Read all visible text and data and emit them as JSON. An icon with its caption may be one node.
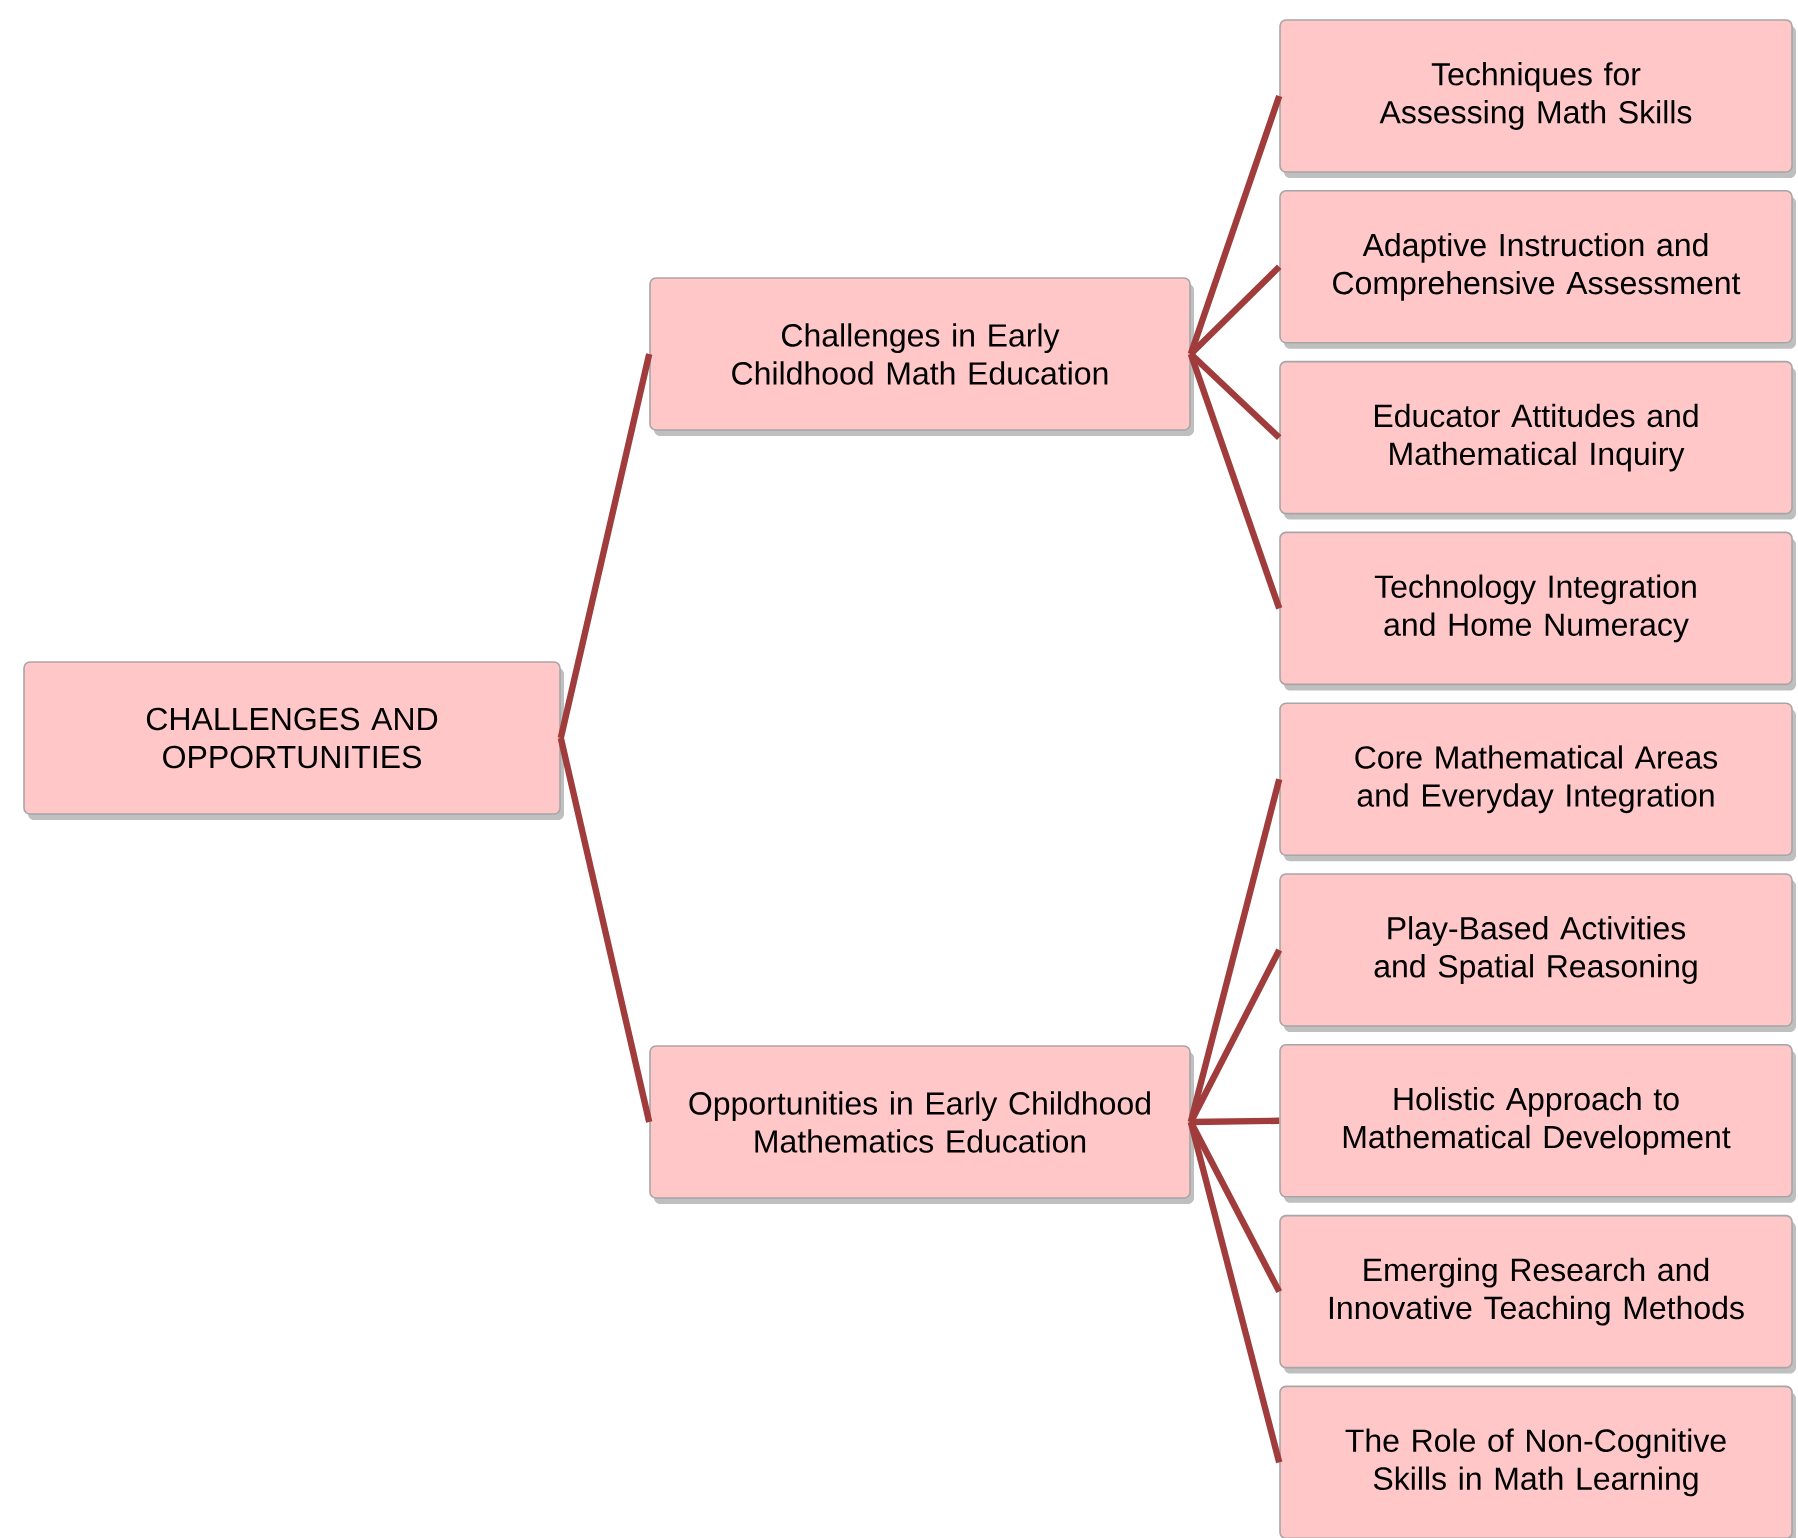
{
  "diagram": {
    "nodes": [
      {
        "text": [
          "CHALLENGES AND OPPORTUNITIES"
        ]
      },
      {
        "text": [
          "Challenges in Early Childhood Math Education"
        ]
      },
      {
        "text": [
          "Techniques for Assessing Math Skills"
        ]
      },
      {
        "text": [
          "Adaptive Instruction and Comprehensive Assessment"
        ]
      },
      {
        "text": [
          "Educator Attitudes and Mathematical Inquiry"
        ]
      },
      {
        "text": [
          "Technology Integration and Home Numeracy"
        ]
      },
      {
        "text": [
          "Opportunities in Early Childhood Mathematics Education"
        ]
      },
      {
        "text": [
          "Core Mathematical Areas and Everyday Integration"
        ]
      },
      {
        "text": [
          "Play-Based Activities and Spatial Reasoning"
        ]
      },
      {
        "text": [
          "Holistic Approach to Mathematical Development"
        ]
      },
      {
        "text": [
          "Emerging Research and Innovative Teaching Methods"
        ]
      },
      {
        "text": [
          "The Role of Non-Cognitive Skills in Math Learning"
        ]
      }
    ],
    "edges": [
      {
        "from": 0,
        "to": 1,
        "arrow": "none"
      },
      {
        "from": 0,
        "to": 6,
        "arrow": "none"
      },
      {
        "from": 1,
        "to": 2,
        "arrow": "none"
      },
      {
        "from": 1,
        "to": 3,
        "arrow": "none"
      },
      {
        "from": 1,
        "to": 4,
        "arrow": "none"
      },
      {
        "from": 1,
        "to": 5,
        "arrow": "none"
      },
      {
        "from": 6,
        "to": 7,
        "arrow": "none"
      },
      {
        "from": 6,
        "to": 8,
        "arrow": "none"
      },
      {
        "from": 6,
        "to": 9,
        "arrow": "none"
      },
      {
        "from": 6,
        "to": 10,
        "arrow": "none"
      },
      {
        "from": 6,
        "to": 11,
        "arrow": "none"
      }
    ]
  }
}
